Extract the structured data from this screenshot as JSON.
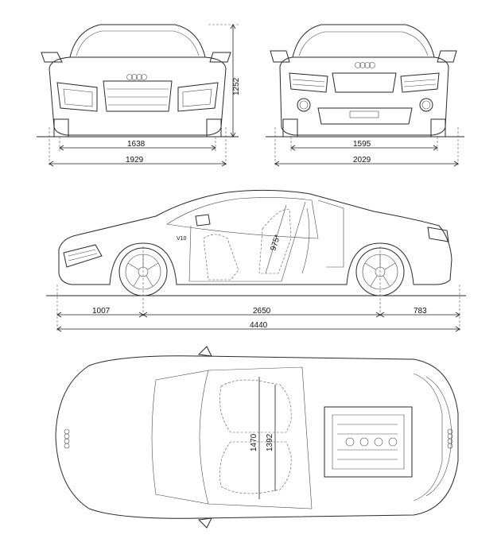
{
  "views": {
    "front": {
      "name": "front-view"
    },
    "rear": {
      "name": "rear-view"
    },
    "side": {
      "name": "side-view"
    },
    "top": {
      "name": "top-view"
    }
  },
  "dimensions": {
    "height": "1252",
    "front_track": "1638",
    "front_width": "1929",
    "rear_track": "1595",
    "rear_width": "2029",
    "front_overhang": "1007",
    "wheelbase": "2650",
    "rear_overhang": "783",
    "length": "4440",
    "door_angle": "975*",
    "cabin_width_outer": "1470",
    "cabin_width_inner": "1392"
  },
  "badges": {
    "side_badge": "V10"
  }
}
